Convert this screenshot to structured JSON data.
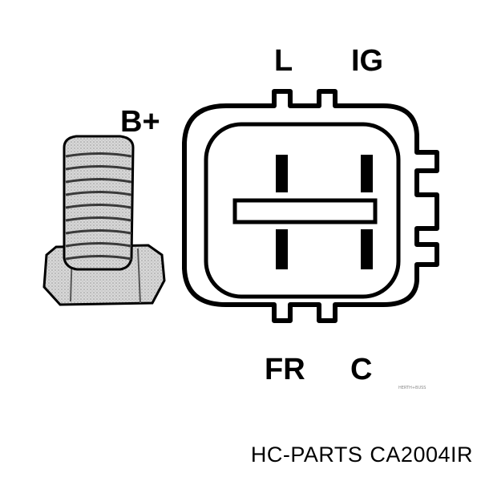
{
  "diagram": {
    "labels": {
      "l": "L",
      "ig": "IG",
      "b_plus": "B+",
      "fr": "FR",
      "c": "C"
    },
    "watermark": "HERTH+BUSS"
  },
  "caption": {
    "brand": "HC-PARTS",
    "part_number": "CA2004IR"
  }
}
